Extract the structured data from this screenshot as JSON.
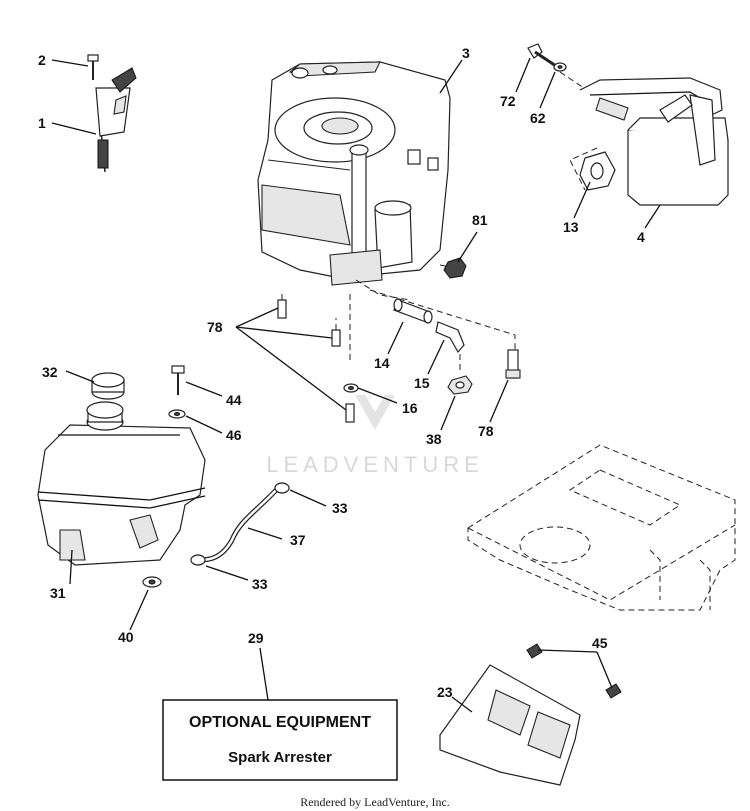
{
  "callouts": {
    "c1": "1",
    "c2": "2",
    "c3": "3",
    "c4": "4",
    "c13": "13",
    "c14": "14",
    "c15": "15",
    "c16": "16",
    "c23": "23",
    "c29": "29",
    "c31": "31",
    "c32": "32",
    "c33a": "33",
    "c33b": "33",
    "c37": "37",
    "c38": "38",
    "c40": "40",
    "c44": "44",
    "c45": "45",
    "c46": "46",
    "c62": "62",
    "c72": "72",
    "c78a": "78",
    "c78b": "78",
    "c81": "81"
  },
  "optional_box": {
    "title": "OPTIONAL EQUIPMENT",
    "subtitle": "Spark Arrester"
  },
  "watermark": "LEADVENTURE",
  "footer": "Rendered by LeadVenture, Inc."
}
